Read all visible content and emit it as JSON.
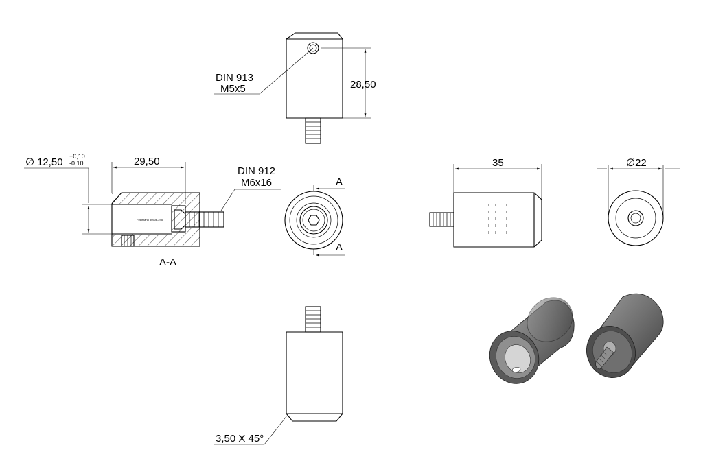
{
  "labels": {
    "din913_line1": "DIN 913",
    "din913_line2": "M5x5",
    "dim_height": "28,50",
    "dim_diameter_prefix": "∅",
    "dim_diameter": "12,50",
    "tol_upper": "+0,10",
    "tol_lower": "-0,10",
    "dim_length_section": "29,50",
    "din912_line1": "DIN 912",
    "din912_line2": "M6x16",
    "section_marker": "A",
    "section_title": "A-A",
    "dim_length_side": "35",
    "dim_outer_diameter": "∅22",
    "chamfer_note": "3,50 X 45°",
    "part_engraving": "Feldmann 80506-245"
  }
}
